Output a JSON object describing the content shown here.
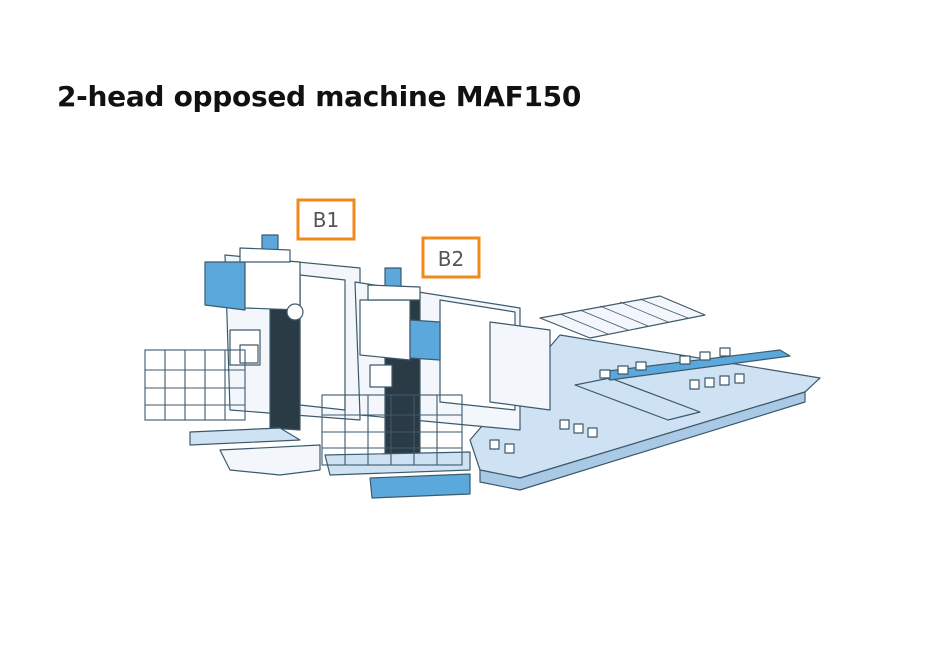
{
  "title": "2-head opposed machine MAF150",
  "labels": {
    "b1": "B1",
    "b2": "B2"
  },
  "colors": {
    "outline": "#3d5a6c",
    "light_blue": "#cfe2f3",
    "bright_blue": "#5ba8dc",
    "dark_column": "#2b3b46",
    "label_border": "#f08a1c",
    "label_text": "#555555"
  }
}
